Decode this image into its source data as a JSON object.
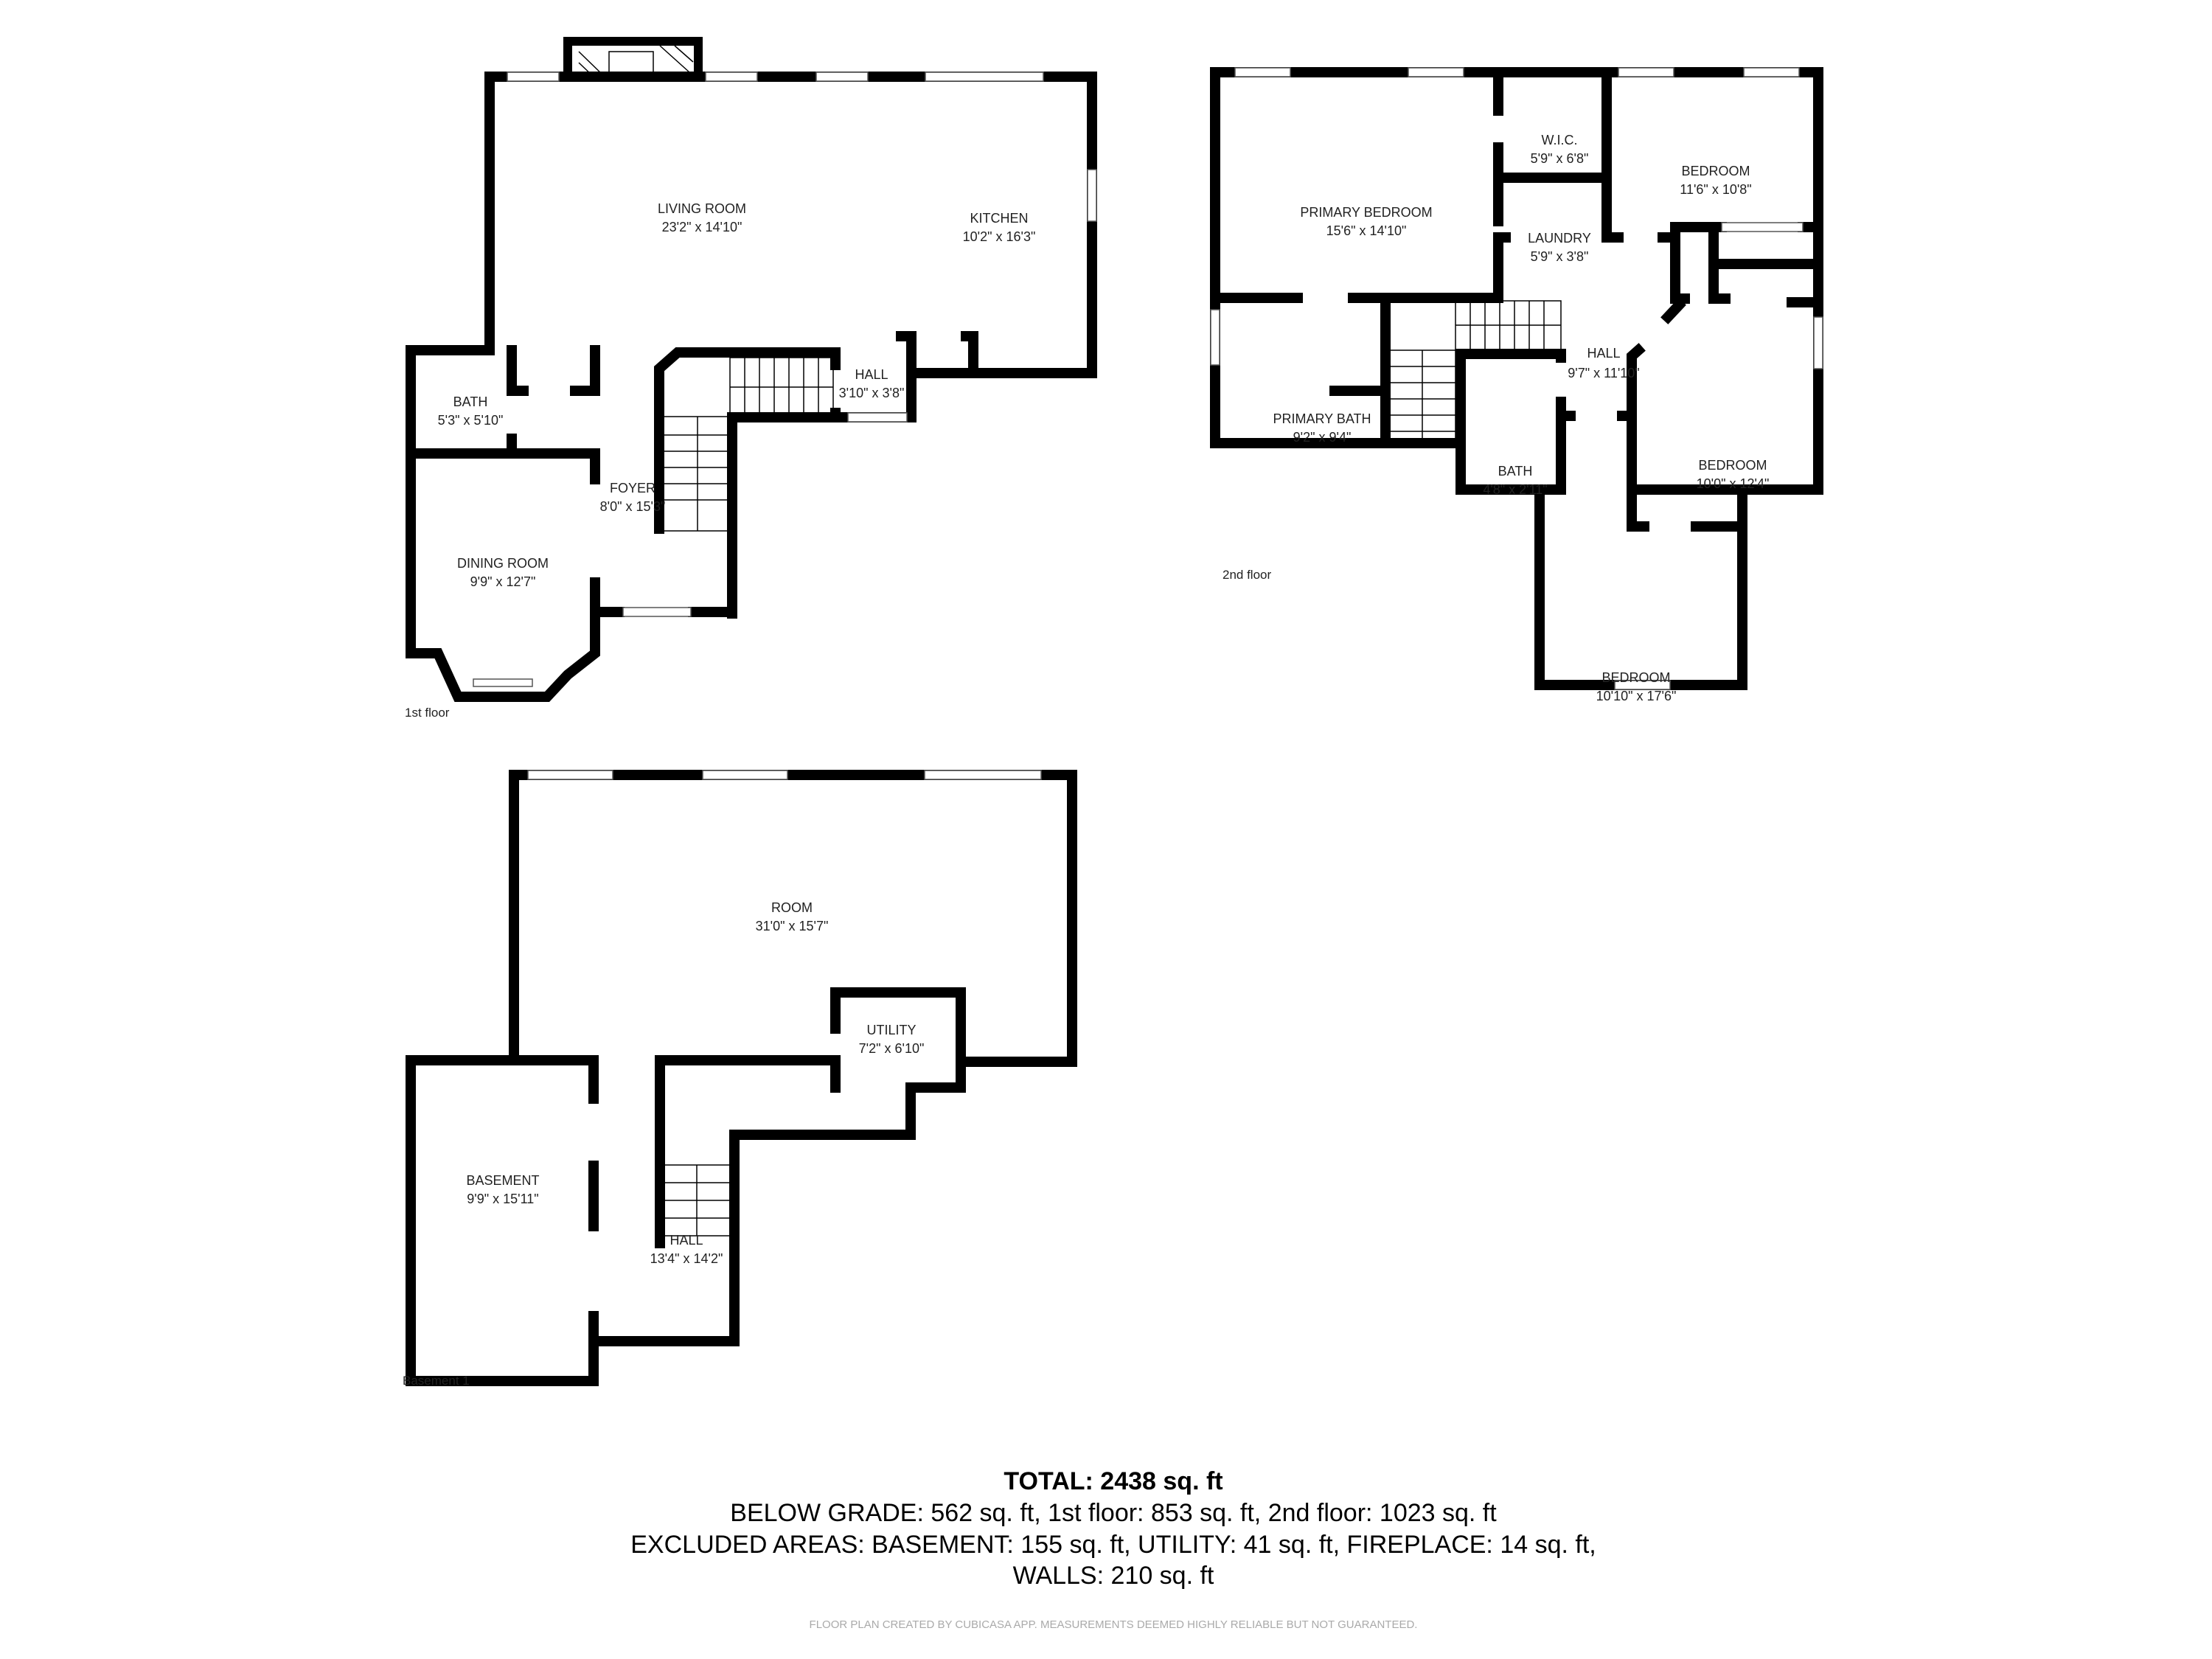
{
  "floors": {
    "first": {
      "label": "1st floor",
      "rooms": [
        {
          "name": "LIVING ROOM",
          "size": "23'2\" x 14'10\""
        },
        {
          "name": "KITCHEN",
          "size": "10'2\" x 16'3\""
        },
        {
          "name": "HALL",
          "size": "3'10\" x 3'8\""
        },
        {
          "name": "BATH",
          "size": "5'3\" x 5'10\""
        },
        {
          "name": "FOYER",
          "size": "8'0\" x 15'3\""
        },
        {
          "name": "DINING ROOM",
          "size": "9'9\" x 12'7\""
        }
      ]
    },
    "second": {
      "label": "2nd floor",
      "rooms": [
        {
          "name": "PRIMARY BEDROOM",
          "size": "15'6\" x 14'10\""
        },
        {
          "name": "W.I.C.",
          "size": "5'9\" x 6'8\""
        },
        {
          "name": "BEDROOM",
          "size": "11'6\" x 10'8\""
        },
        {
          "name": "LAUNDRY",
          "size": "5'9\" x 3'8\""
        },
        {
          "name": "HALL",
          "size": "9'7\" x 11'10\""
        },
        {
          "name": "PRIMARY BATH",
          "size": "9'2\" x 9'4\""
        },
        {
          "name": "BATH",
          "size": "4'8\" x 2'11\""
        },
        {
          "name": "BEDROOM",
          "size": "10'0\" x 12'4\""
        },
        {
          "name": "BEDROOM",
          "size": "10'10\" x 17'6\""
        }
      ]
    },
    "basement": {
      "label": "Basement 1",
      "rooms": [
        {
          "name": "ROOM",
          "size": "31'0\" x 15'7\""
        },
        {
          "name": "UTILITY",
          "size": "7'2\" x 6'10\""
        },
        {
          "name": "BASEMENT",
          "size": "9'9\" x 15'11\""
        },
        {
          "name": "HALL",
          "size": "13'4\" x 14'2\""
        }
      ]
    }
  },
  "summary": {
    "total": "TOTAL: 2438 sq. ft",
    "line1": "BELOW GRADE: 562 sq. ft, 1st floor: 853 sq. ft, 2nd floor: 1023 sq. ft",
    "line2": "EXCLUDED AREAS: BASEMENT: 155 sq. ft, UTILITY: 41 sq. ft, FIREPLACE: 14 sq. ft,",
    "line3": "WALLS: 210 sq. ft"
  },
  "footer": "FLOOR PLAN CREATED BY CUBICASA APP. MEASUREMENTS DEEMED HIGHLY RELIABLE BUT NOT GUARANTEED.",
  "colors": {
    "wall": "#000000",
    "background": "#ffffff",
    "footer": "#aaaaaa"
  }
}
